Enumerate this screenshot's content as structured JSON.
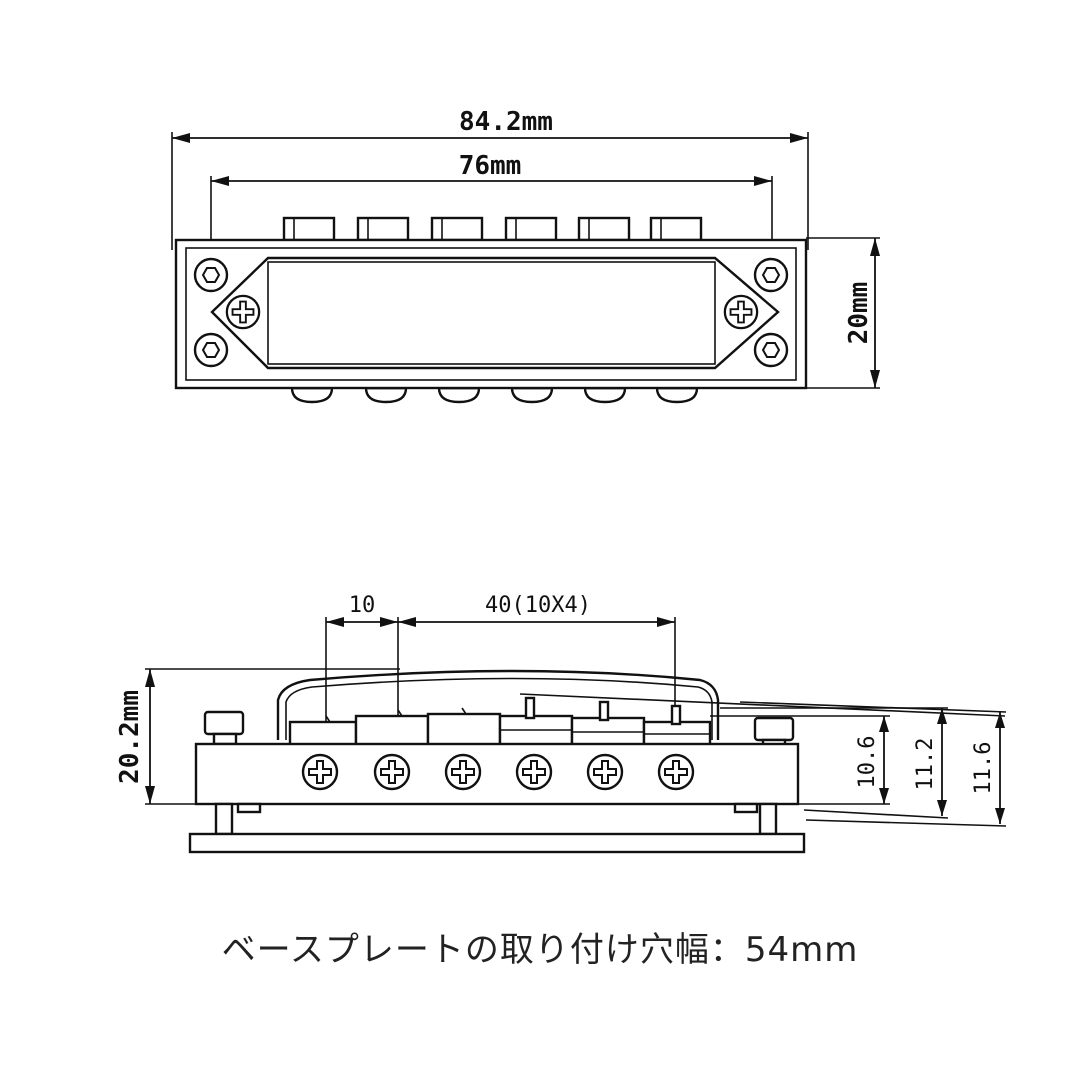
{
  "top_view": {
    "overall_length": "84.2mm",
    "post_spacing": "76mm",
    "depth": "20mm"
  },
  "side_view": {
    "first_spacing": "10",
    "saddle_spacing": "40(10X4)",
    "overall_height": "20.2mm",
    "saddle_heights": [
      "10.6",
      "11.2",
      "11.6"
    ]
  },
  "caption": "ベースプレートの取り付け穴幅：54mm"
}
